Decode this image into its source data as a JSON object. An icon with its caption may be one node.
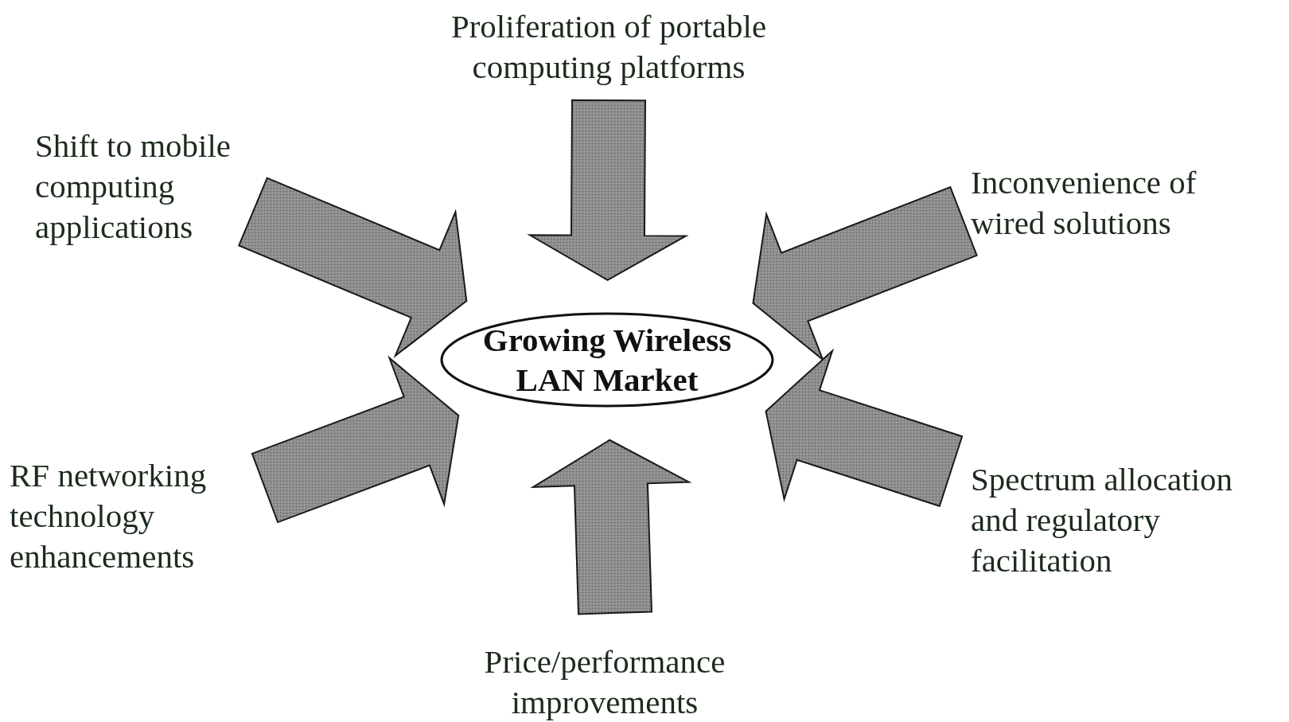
{
  "diagram": {
    "nodes": [
      {
        "text": [
          "Growing Wireless LAN Market"
        ]
      },
      {
        "text": [
          "Proliferation of portable computing platforms"
        ]
      },
      {
        "text": [
          "Shift to mobile computing applications"
        ]
      },
      {
        "text": [
          "Inconvenience of wired solutions"
        ]
      },
      {
        "text": [
          "RF networking technology enhancements"
        ]
      },
      {
        "text": [
          "Price/performance improvements"
        ]
      },
      {
        "text": [
          "Spectrum allocation and regulatory facilitation"
        ]
      }
    ],
    "edges": [
      {
        "from": 1,
        "to": 0,
        "arrow": "to"
      },
      {
        "from": 2,
        "to": 0,
        "arrow": "to"
      },
      {
        "from": 3,
        "to": 0,
        "arrow": "to"
      },
      {
        "from": 4,
        "to": 0,
        "arrow": "to"
      },
      {
        "from": 5,
        "to": 0,
        "arrow": "to"
      },
      {
        "from": 6,
        "to": 0,
        "arrow": "to"
      }
    ]
  }
}
